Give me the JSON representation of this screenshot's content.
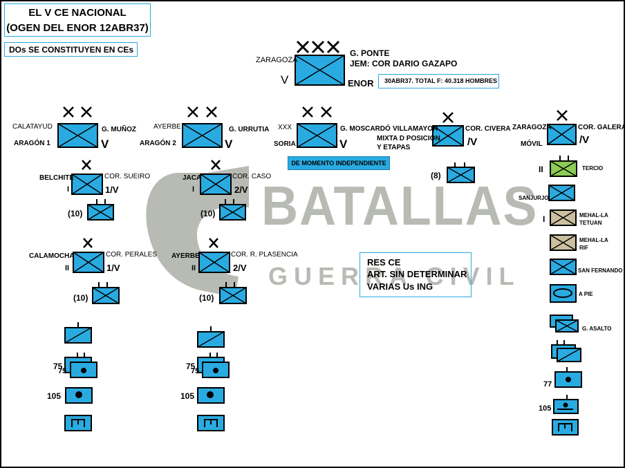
{
  "header": {
    "title_line1": "EL V CE NACIONAL",
    "title_line2": "(OGEN DEL ENOR 12ABR37)",
    "note": "DOs SE CONSTITUYEN EN CEs"
  },
  "hq": {
    "place": "ZARAGOZA",
    "commander": "G. PONTE",
    "chief_of_staff": "JEM: COR DARIO GAZAPO",
    "number": "V",
    "army": "ENOR",
    "strength": "30ABR37. TOTAL F: 40.318 HOMBRES"
  },
  "divisions": {
    "d1": {
      "place": "CALATAYUD",
      "name": "ARAGÓN 1",
      "commander": "G. MUÑOZ",
      "corps": "V"
    },
    "d2": {
      "place": "AYERBE",
      "name": "ARAGÓN 2",
      "commander": "G. URRUTIA",
      "corps": "V"
    },
    "d3": {
      "place": "XXX",
      "name": "SORIA",
      "commander": "G. MOSCARDÓ",
      "corps": "V",
      "note": "DE MOMENTO INDEPENDIENTE"
    },
    "d4": {
      "place": "VILLAMAYOR",
      "name_line1": "MIXTA D POSICIÓN",
      "name_line2": "Y ETAPAS",
      "commander": "COR. CIVERA",
      "corps": "/V",
      "battalions": "(8)"
    },
    "d5": {
      "place": "ZARAGOZA",
      "name": "MÓVIL",
      "commander": "COR. GALERA",
      "corps": "/V"
    }
  },
  "brigades": {
    "b1": {
      "place": "BELCHITE",
      "number": "I",
      "commander": "COR. SUEIRO",
      "designation": "1/V",
      "battalions": "(10)"
    },
    "b2": {
      "place": "CALAMOCHA",
      "number": "II",
      "commander": "COR. PERALES",
      "designation": "1/V",
      "battalions": "(10)"
    },
    "b3": {
      "place": "JACA",
      "number": "I",
      "commander": "COR. CASO",
      "designation": "2/V",
      "battalions": "(10)"
    },
    "b4": {
      "place": "AYERBE",
      "number": "II",
      "commander": "COR. R. PLASENCIA",
      "designation": "2/V",
      "battalions": "(10)"
    }
  },
  "movil_units": {
    "tercio_num": "II",
    "tercio": "TERCIO",
    "sanjurjo": "SANJURJO",
    "mehal_num": "I",
    "tetuan": "MEHAL-LA TETUAN",
    "rif": "MEHAL-LA RIF",
    "san_fernando": "SAN FERNANDO",
    "a_pie": "A PIE",
    "asalto": "G.  ASALTO",
    "art1": "77",
    "art2": "105"
  },
  "artillery": {
    "a75": "75",
    "a75b": "75",
    "a105": "105"
  },
  "reserve": {
    "line1": "RES CE",
    "line2": "ART. SIN DETERMINAR",
    "line3": "VARIAS Us ING"
  },
  "watermark": {
    "line1": "BATALLAS",
    "line2": "GUERRA CIVIL"
  },
  "colors": {
    "unit_fill": "#29abe2",
    "legion_fill": "#8dcc55",
    "regulares_fill": "#cbbf9f",
    "border": "#29a8e0"
  }
}
